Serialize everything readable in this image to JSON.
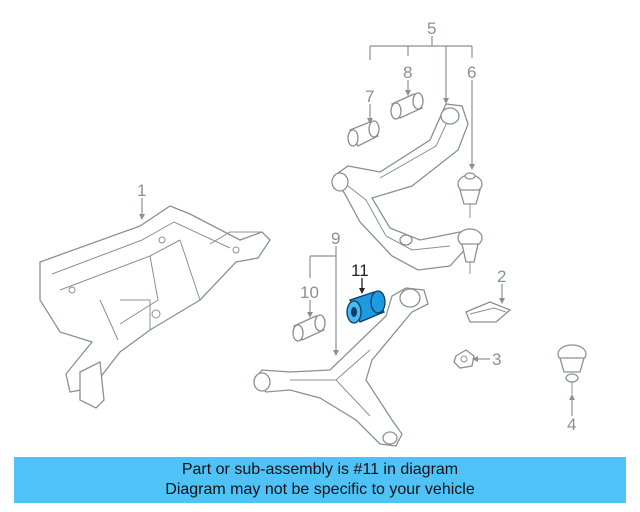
{
  "banner": {
    "line1": "Part or sub-assembly is #11 in diagram",
    "line2": "Diagram may not be specific to your vehicle",
    "background": "#4fc3f7"
  },
  "callouts": {
    "c1": "1",
    "c2": "2",
    "c3": "3",
    "c4": "4",
    "c5": "5",
    "c6": "6",
    "c7": "7",
    "c8": "8",
    "c9": "9",
    "c10": "10",
    "c11": "11"
  },
  "colors": {
    "linework": "#8a9096",
    "highlight_part": "#1e9be0",
    "highlight_label": "#222222"
  }
}
